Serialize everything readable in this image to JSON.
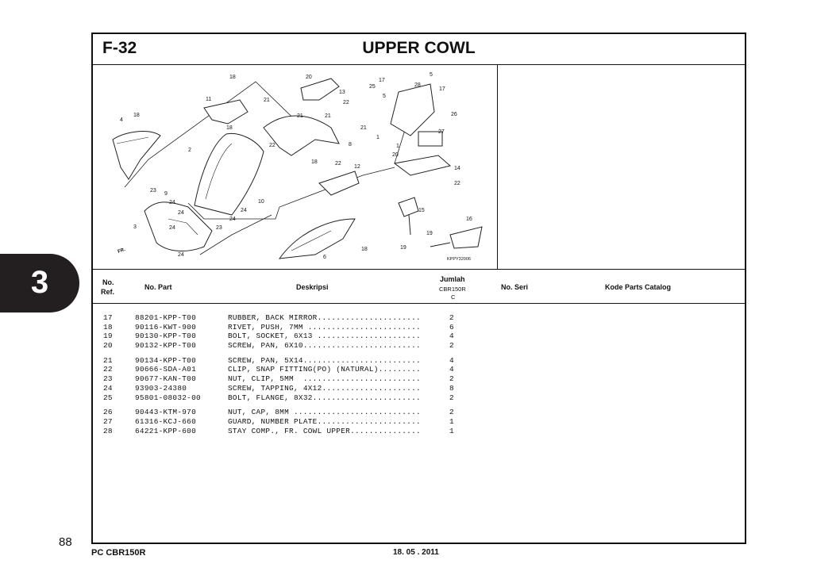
{
  "figure": {
    "code": "F-32",
    "title": "UPPER COWL"
  },
  "chapter": "3",
  "page_number": "88",
  "footer": {
    "model": "PC CBR150R",
    "date": "18. 05 . 2011"
  },
  "diagram": {
    "code": "KPPY32006",
    "fr_label": "FR.",
    "callouts": [
      "1",
      "2",
      "3",
      "4",
      "5",
      "6",
      "8",
      "9",
      "10",
      "11",
      "12",
      "13",
      "14",
      "15",
      "16",
      "17",
      "18",
      "19",
      "20",
      "21",
      "22",
      "23",
      "24",
      "25",
      "26",
      "27",
      "28"
    ]
  },
  "table": {
    "headers": {
      "no_ref_1": "No.",
      "no_ref_2": "Ref.",
      "part_no": "No. Part",
      "description": "Deskripsi",
      "qty_title": "Jumlah",
      "qty_model": "CBR150R",
      "qty_type": "C",
      "serial": "No. Seri",
      "catalog": "Kode Parts Catalog"
    },
    "groups": [
      [
        {
          "ref": "17",
          "part": "88201-KPP-T00",
          "desc": "RUBBER, BACK MIRROR......................",
          "qty": "2"
        },
        {
          "ref": "18",
          "part": "90116-KWT-900",
          "desc": "RIVET, PUSH, 7MM ........................",
          "qty": "6"
        },
        {
          "ref": "19",
          "part": "90130-KPP-T00",
          "desc": "BOLT, SOCKET, 6X13 ......................",
          "qty": "4"
        },
        {
          "ref": "20",
          "part": "90132-KPP-T00",
          "desc": "SCREW, PAN, 6X10.........................",
          "qty": "2"
        }
      ],
      [
        {
          "ref": "21",
          "part": "90134-KPP-T00",
          "desc": "SCREW, PAN, 5X14.........................",
          "qty": "4"
        },
        {
          "ref": "22",
          "part": "90666-SDA-A01",
          "desc": "CLIP, SNAP FITTING(PO) (NATURAL).........",
          "qty": "4"
        },
        {
          "ref": "23",
          "part": "90677-KAN-T00",
          "desc": "NUT, CLIP, 5MM  .........................",
          "qty": "2"
        },
        {
          "ref": "24",
          "part": "93903-24380",
          "desc": "SCREW, TAPPING, 4X12.....................",
          "qty": "8"
        },
        {
          "ref": "25",
          "part": "95801-08032-00",
          "desc": "BOLT, FLANGE, 8X32.......................",
          "qty": "2"
        }
      ],
      [
        {
          "ref": "26",
          "part": "90443-KTM-970",
          "desc": "NUT, CAP, 8MM ...........................",
          "qty": "2"
        },
        {
          "ref": "27",
          "part": "61316-KCJ-660",
          "desc": "GUARD, NUMBER PLATE......................",
          "qty": "1"
        },
        {
          "ref": "28",
          "part": "64221-KPP-600",
          "desc": "STAY COMP., FR. COWL UPPER...............",
          "qty": "1"
        }
      ]
    ]
  }
}
